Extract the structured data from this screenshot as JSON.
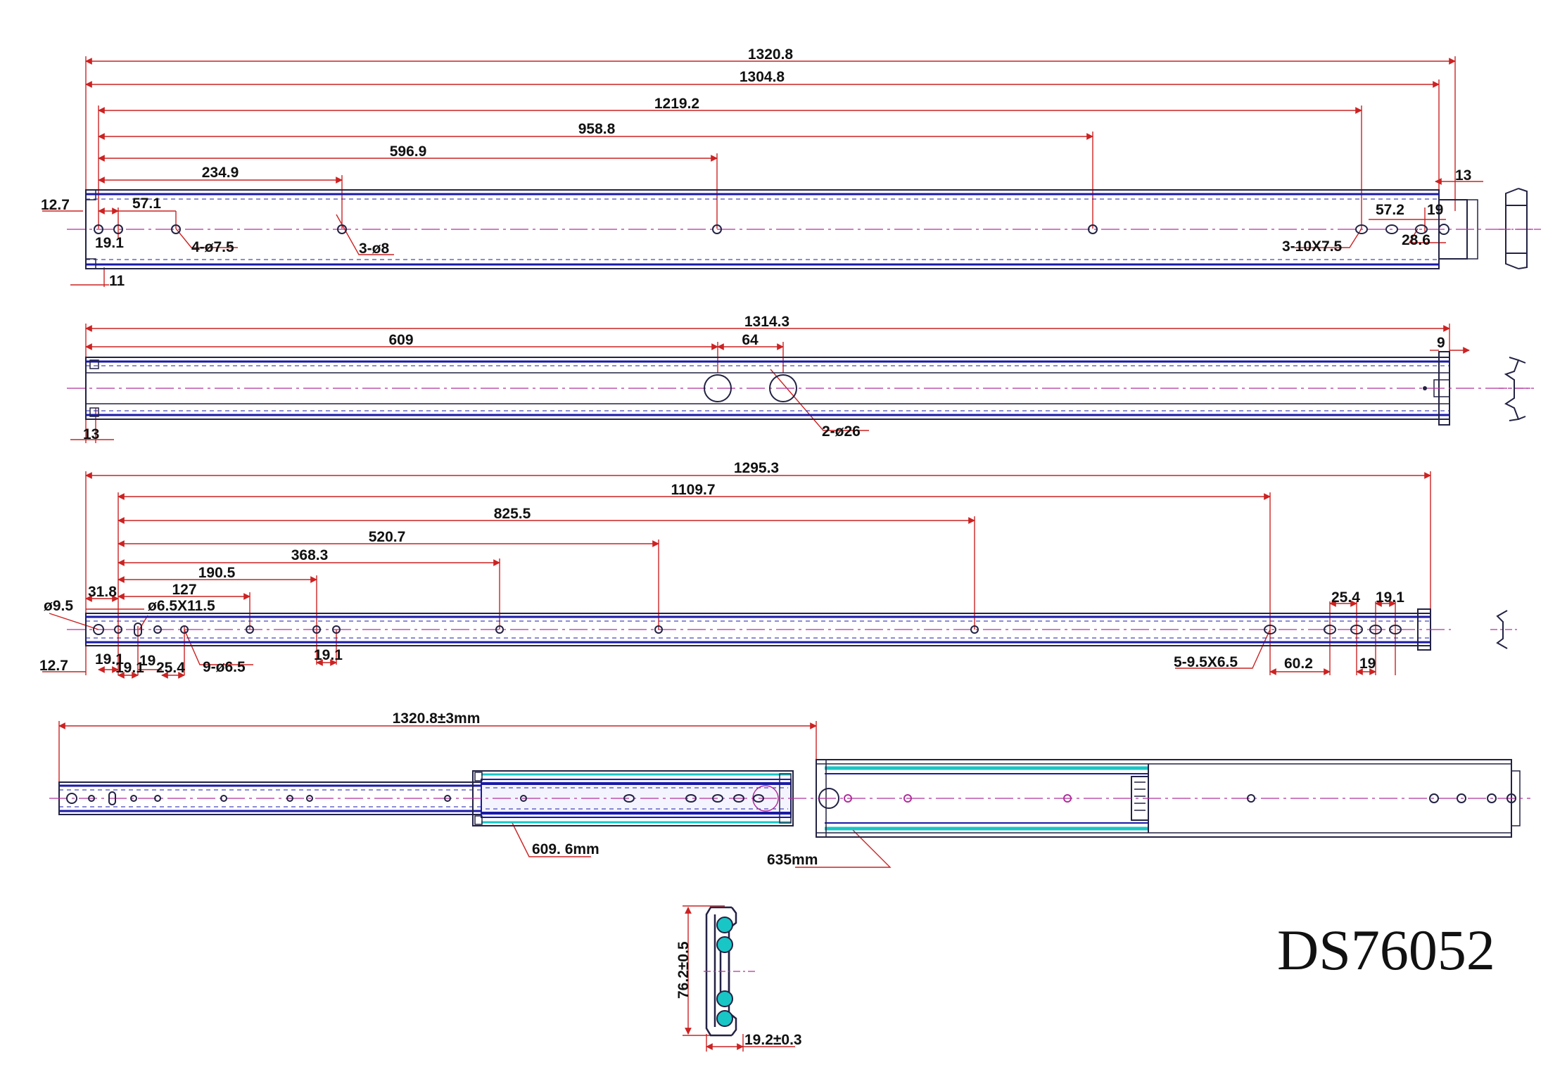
{
  "title": "DS76052",
  "colors": {
    "dimension": "#cc2222",
    "outline": "#222244",
    "rail": "#1a1aa8",
    "centerline": "#b0309c",
    "cyan": "#18c6c6",
    "text": "#111111"
  },
  "view1": {
    "overall_1": "1320.8",
    "overall_2": "1304.8",
    "d_1219": "1219.2",
    "d_958": "958.8",
    "d_596": "596.9",
    "d_234": "234.9",
    "d_12_7": "12.7",
    "d_57_1": "57.1",
    "d_19_1": "19.1",
    "holes_a": "4-ø7.5",
    "holes_b": "3-ø8",
    "d_11": "11",
    "d_13": "13",
    "d_57_2": "57.2",
    "d_19": "19",
    "d_28_6": "28.6",
    "slots": "3-10X7.5"
  },
  "view2": {
    "overall": "1314.3",
    "d_609": "609",
    "d_64": "64",
    "d_9": "9",
    "d_13": "13",
    "holes": "2-ø26"
  },
  "view3": {
    "overall": "1295.3",
    "d_1109": "1109.7",
    "d_825": "825.5",
    "d_520": "520.7",
    "d_368": "368.3",
    "d_190": "190.5",
    "d_127": "127",
    "d_31_8": "31.8",
    "d_9_5": "ø9.5",
    "slot": "ø6.5X11.5",
    "d_12_7": "12.7",
    "d_19_1a": "19.1",
    "d_19_1b": "19.1",
    "d_19a": "19",
    "d_25_4a": "25.4",
    "holes": "9-ø6.5",
    "d_19_1c": "19.1",
    "slots": "5-9.5X6.5",
    "d_60_2": "60.2",
    "d_19b": "19",
    "d_25_4b": "25.4",
    "d_19_1d": "19.1"
  },
  "view4": {
    "extension": "1320.8±3mm",
    "inner": "609. 6mm",
    "outer": "635mm"
  },
  "section": {
    "height": "76.2±0.5",
    "width": "19.2±0.3"
  }
}
